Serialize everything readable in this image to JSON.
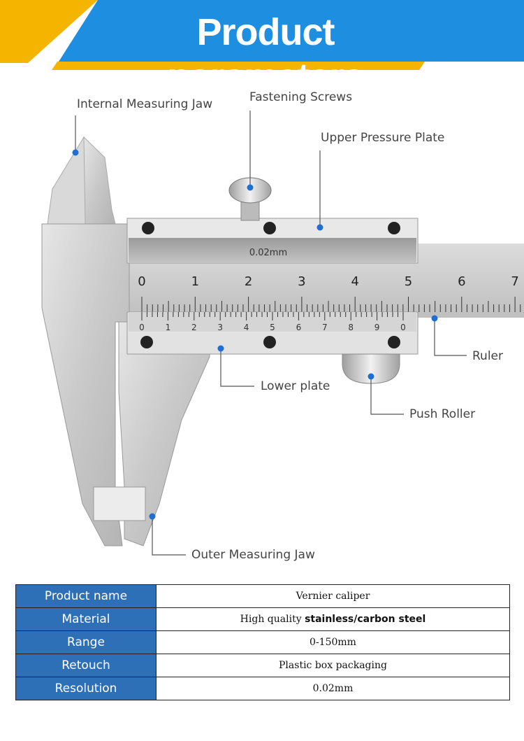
{
  "banner": {
    "title": "Product parameters",
    "accent_color": "#F5B400",
    "background_color": "#1E8FE0"
  },
  "callouts": {
    "internal_jaw": "Internal Measuring Jaw",
    "fastening_screws": "Fastening Screws",
    "upper_plate": "Upper Pressure Plate",
    "ruler": "Ruler",
    "lower_plate": "Lower plate",
    "push_roller": "Push Roller",
    "outer_jaw": "Outer Measuring Jaw"
  },
  "caliper": {
    "plate_marking": "0.02mm",
    "main_scale_labels": [
      "0",
      "1",
      "2",
      "3",
      "4",
      "5",
      "6",
      "7"
    ],
    "vernier_scale_labels": [
      "0",
      "1",
      "2",
      "3",
      "4",
      "5",
      "6",
      "7",
      "8",
      "9",
      "0"
    ]
  },
  "specs": {
    "rows": [
      {
        "label": "Product name",
        "value_prefix": "Vernier caliper",
        "value_bold": ""
      },
      {
        "label": "Material",
        "value_prefix": "High quality ",
        "value_bold": "stainless/carbon steel"
      },
      {
        "label": "Range",
        "value_prefix": "0-150mm",
        "value_bold": ""
      },
      {
        "label": "Retouch",
        "value_prefix": "Plastic box packaging",
        "value_bold": ""
      },
      {
        "label": "Resolution",
        "value_prefix": "0.02mm",
        "value_bold": ""
      }
    ],
    "label_background": "#2E70B8"
  }
}
